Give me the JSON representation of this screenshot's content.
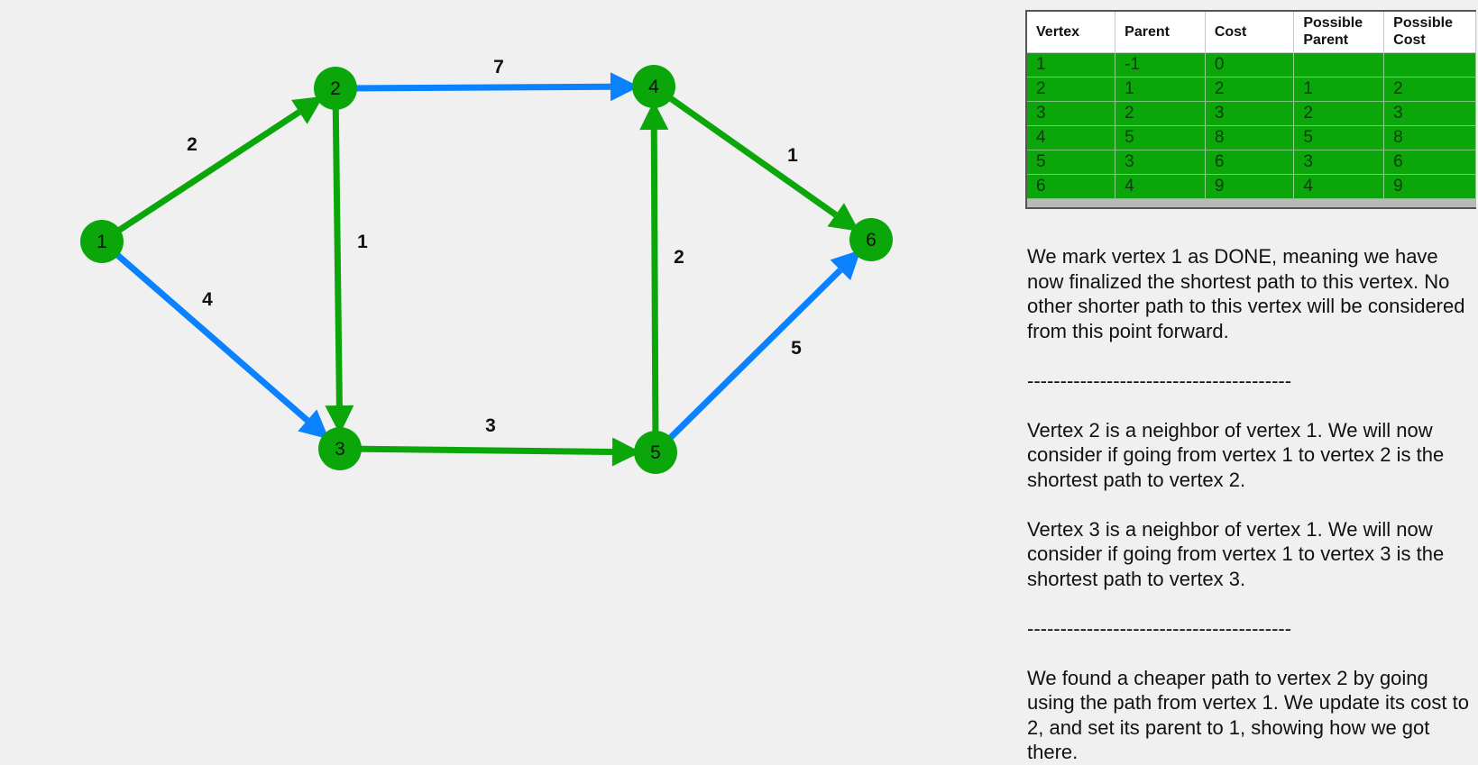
{
  "graph": {
    "vertices": [
      {
        "id": "1",
        "label": "1"
      },
      {
        "id": "2",
        "label": "2"
      },
      {
        "id": "3",
        "label": "3"
      },
      {
        "id": "4",
        "label": "4"
      },
      {
        "id": "5",
        "label": "5"
      },
      {
        "id": "6",
        "label": "6"
      }
    ],
    "edges": [
      {
        "from": "1",
        "to": "2",
        "weight": "2",
        "color": "#0aa60a"
      },
      {
        "from": "1",
        "to": "3",
        "weight": "4",
        "color": "#0a82ff"
      },
      {
        "from": "2",
        "to": "3",
        "weight": "1",
        "color": "#0aa60a"
      },
      {
        "from": "2",
        "to": "4",
        "weight": "7",
        "color": "#0a82ff"
      },
      {
        "from": "3",
        "to": "5",
        "weight": "3",
        "color": "#0aa60a"
      },
      {
        "from": "5",
        "to": "4",
        "weight": "2",
        "color": "#0aa60a"
      },
      {
        "from": "4",
        "to": "6",
        "weight": "1",
        "color": "#0aa60a"
      },
      {
        "from": "5",
        "to": "6",
        "weight": "5",
        "color": "#0a82ff"
      }
    ],
    "node_color": "#0aa60a"
  },
  "table": {
    "headers": [
      "Vertex",
      "Parent",
      "Cost",
      "Possible\nParent",
      "Possible\nCost"
    ],
    "rows": [
      [
        "1",
        "-1",
        "0",
        "",
        ""
      ],
      [
        "2",
        "1",
        "2",
        "1",
        "2"
      ],
      [
        "3",
        "2",
        "3",
        "2",
        "3"
      ],
      [
        "4",
        "5",
        "8",
        "5",
        "8"
      ],
      [
        "5",
        "3",
        "6",
        "3",
        "6"
      ],
      [
        "6",
        "4",
        "9",
        "4",
        "9"
      ]
    ],
    "row_color": "#0aa60a"
  },
  "log": {
    "paragraphs": [
      "We mark vertex 1 as DONE, meaning we have now finalized the shortest path to this vertex. No other shorter path to this vertex will be considered from this point forward.",
      "----------------------------------------",
      "Vertex 2 is a neighbor of vertex 1. We will now consider if going from vertex 1 to vertex 2 is the shortest path to vertex 2.",
      "Vertex 3 is a neighbor of vertex 1. We will now consider if going from vertex 1 to vertex 3 is the shortest path to vertex 3.",
      "----------------------------------------",
      "We found a cheaper path to vertex 2 by going using the path from vertex 1. We update its cost to 2, and set its parent to 1, showing how we got there."
    ]
  }
}
